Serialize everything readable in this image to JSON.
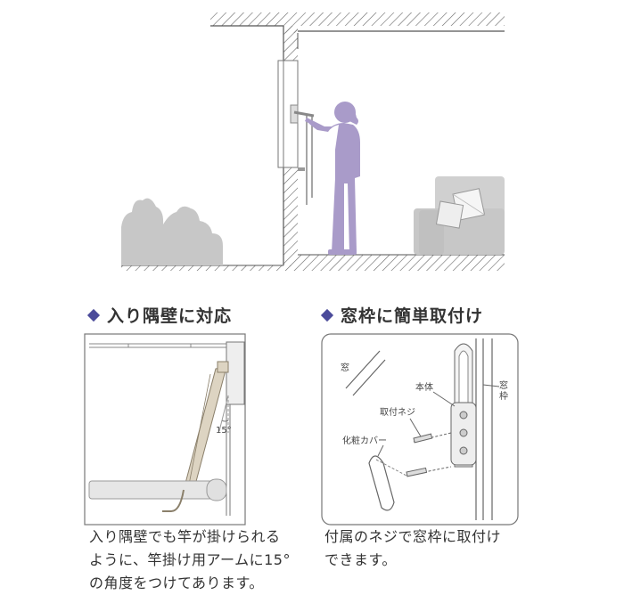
{
  "colors": {
    "accent": "#4b4b9a",
    "person": "#a99bc9",
    "grey_shape": "#c7c7c7",
    "line": "#555555"
  },
  "sections": {
    "left": {
      "title": "入り隅壁に対応",
      "angle_label": "15°",
      "caption_lines": [
        "入り隅壁でも竿が掛けられる",
        "ように、竿掛け用アームに15°",
        "の角度をつけてあります。"
      ]
    },
    "right": {
      "title": "窓枠に簡単取付け",
      "labels": {
        "window": "窓",
        "frame": "窓枠",
        "body": "本体",
        "screw": "取付ネジ",
        "cover": "化粧カバー"
      },
      "caption_lines": [
        "付属のネジで窓枠に取付け",
        "できます。"
      ]
    }
  }
}
